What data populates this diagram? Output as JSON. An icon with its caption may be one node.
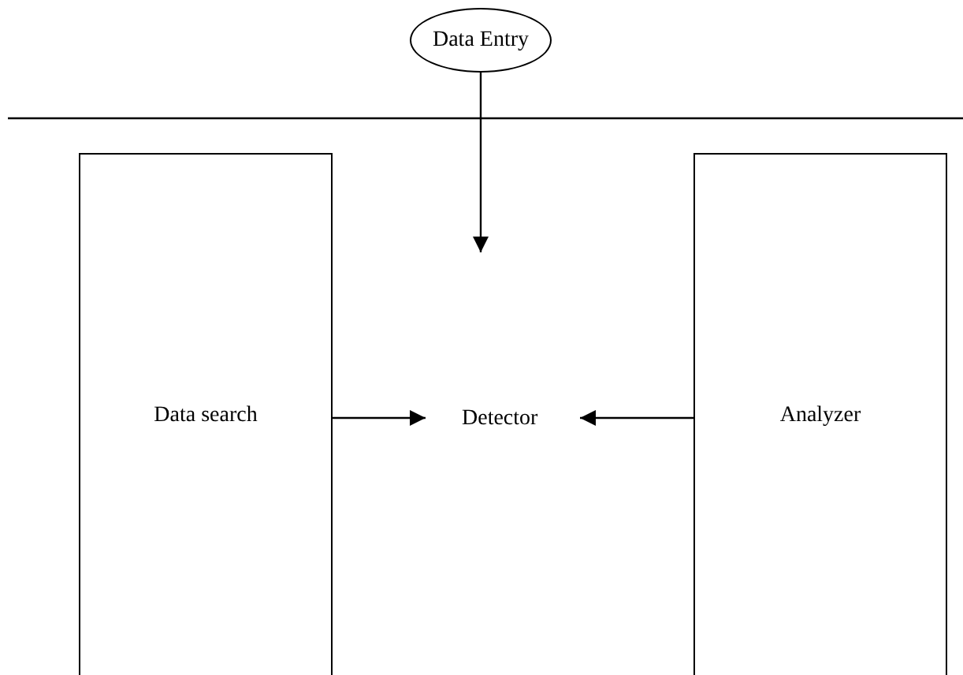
{
  "diagram": {
    "nodes": [
      {
        "text": [
          "Data Entry"
        ]
      },
      {
        "text": [
          "Data search"
        ]
      },
      {
        "text": [
          "Detector"
        ]
      },
      {
        "text": [
          "Analyzer"
        ]
      }
    ],
    "edges": [
      {
        "from": 0,
        "to": null,
        "arrow": "to"
      },
      {
        "from": 1,
        "to": 2,
        "arrow": "to"
      },
      {
        "from": 3,
        "to": 2,
        "arrow": "to"
      }
    ]
  }
}
